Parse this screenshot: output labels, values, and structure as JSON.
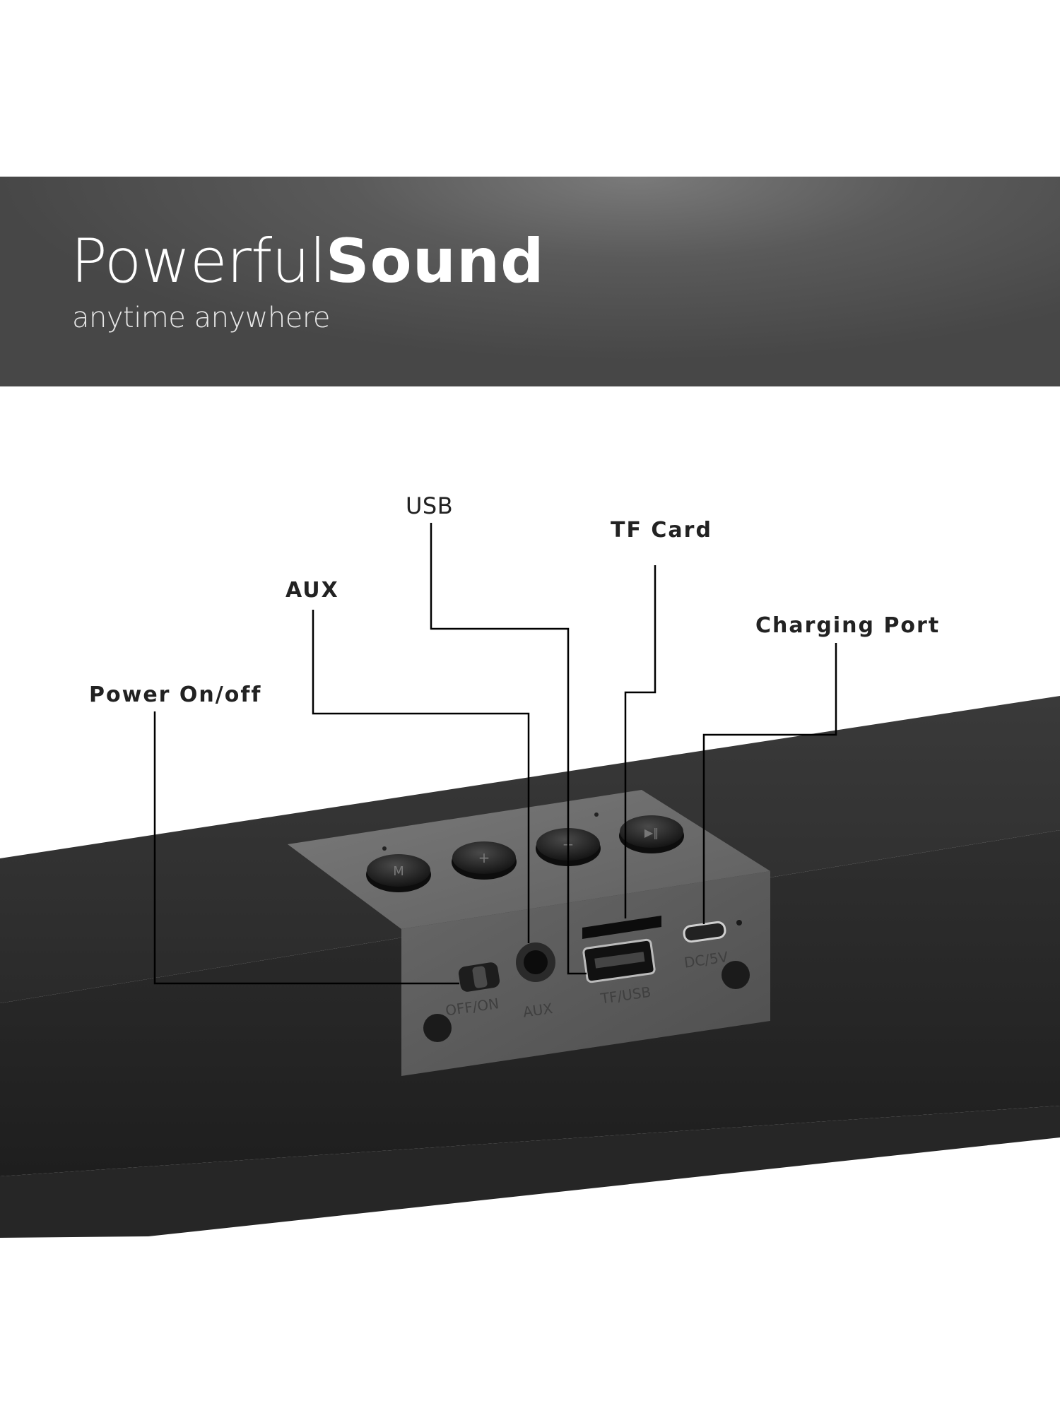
{
  "banner": {
    "title_light": "Powerful",
    "title_bold": "Sound",
    "subtitle": "anytime anywhere"
  },
  "callouts": {
    "usb": "USB",
    "tf_card": "TF Card",
    "aux": "AUX",
    "charging_port": "Charging Port",
    "power": "Power On/off"
  },
  "device_markings": {
    "switch": "OFF/ON",
    "aux": "AUX",
    "tf_usb": "TF/USB",
    "dc": "DC/5V"
  },
  "buttons": [
    "mode-icon",
    "plus-icon",
    "minus-icon",
    "play-pause-icon"
  ],
  "colors": {
    "banner": "#555555",
    "text_dark": "#222222"
  }
}
